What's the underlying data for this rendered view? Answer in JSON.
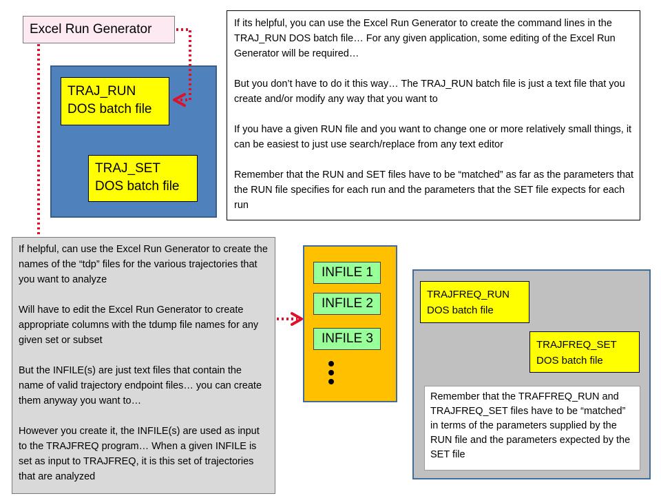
{
  "generator": {
    "label": "Excel Run Generator"
  },
  "traj_run": {
    "label": "TRAJ_RUN\nDOS batch file"
  },
  "traj_set": {
    "label": "TRAJ_SET\nDOS batch file"
  },
  "note_top": {
    "paragraphs": [
      "If its helpful, you can use the Excel Run Generator to create the command lines in the TRAJ_RUN DOS batch file… For any given application, some editing of the Excel Run Generator will be required…",
      "But you don’t have to do it this way… The TRAJ_RUN batch file is just a text file that you create and/or modify any way that you want to",
      "If you have a given RUN file and you want to change one or more relatively small things, it can be easiest to just use search/replace from any text editor",
      "Remember that the RUN and SET files have to be “matched” as far as the parameters that the RUN file specifies for each run and the parameters that the SET file expects for each run"
    ]
  },
  "note_left": {
    "paragraphs": [
      "If helpful, can use the Excel Run Generator to create the names of the “tdp” files for the various trajectories that you want to analyze",
      "Will have to edit the Excel Run Generator to create appropriate columns with the tdump file names for any given set or subset",
      "But the INFILE(s) are just text files that contain the name of valid trajectory endpoint files… you can create them anyway you want to…",
      "However you create it, the INFILE(s) are used as input to the TRAJFREQ program… When a given INFILE is set as input to TRAJFREQ, it is this set of trajectories that are analyzed"
    ]
  },
  "infiles": [
    "INFILE 1",
    "INFILE 2",
    "INFILE 3"
  ],
  "trajfreq_run": {
    "label": "TRAJFREQ_RUN\nDOS batch file"
  },
  "trajfreq_set": {
    "label": "TRAJFREQ_SET\nDOS batch file"
  },
  "note_freq": {
    "text": "Remember that the TRAFFREQ_RUN and TRAJFREQ_SET files have to be “matched” in terms of the parameters supplied by the RUN file and the parameters expected by the SET file"
  },
  "colors": {
    "generator_fill": "#fde9f2",
    "blue_panel": "#4f81bd",
    "batch_file": "#ffff00",
    "infile": "#99ff99",
    "orange_panel": "#ffc000",
    "gray_panel": "#c0c0c0",
    "note_gray": "#d9d9d9",
    "arrow": "#e0102a"
  }
}
